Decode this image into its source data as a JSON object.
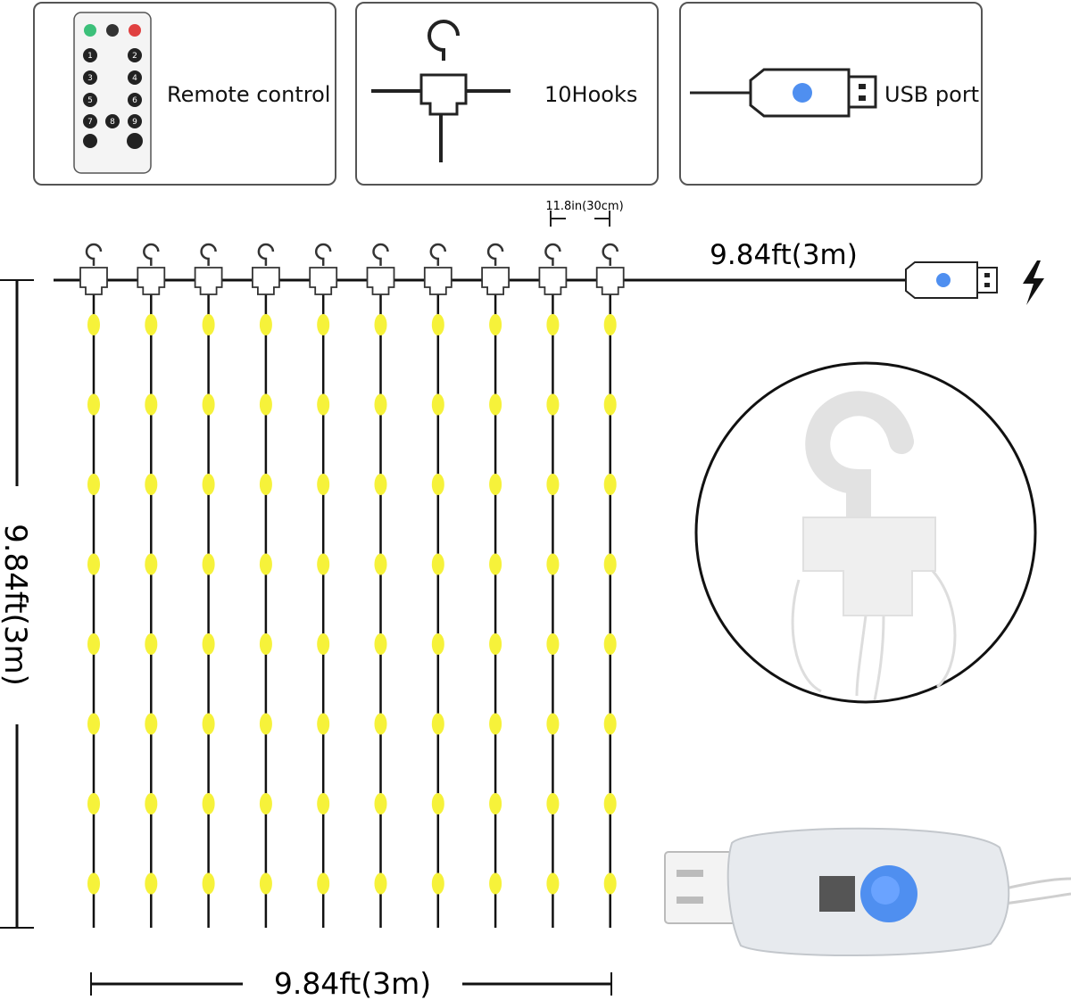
{
  "panels": {
    "remote": {
      "label": "Remote control",
      "icon": "remote-control-icon"
    },
    "hooks": {
      "label": "10Hooks",
      "icon": "hook-icon"
    },
    "usb": {
      "label": "USB port",
      "icon": "usb-plug-icon"
    }
  },
  "dimensions": {
    "spacing": "11.8in(30cm)",
    "cable_length": "9.84ft(3m)",
    "height": "9.84ft(3m)",
    "width": "9.84ft(3m)"
  },
  "curtain": {
    "strand_count": 10,
    "bulbs_per_strand": 8,
    "bulb_color": "#f6f23a",
    "wire_color": "#111111",
    "usb_button_color": "#4f8ff0"
  },
  "icons": {
    "power": "lightning-bolt-icon",
    "detail_hook": "hook-detail-icon",
    "detail_usb": "usb-controller-photo-icon"
  }
}
